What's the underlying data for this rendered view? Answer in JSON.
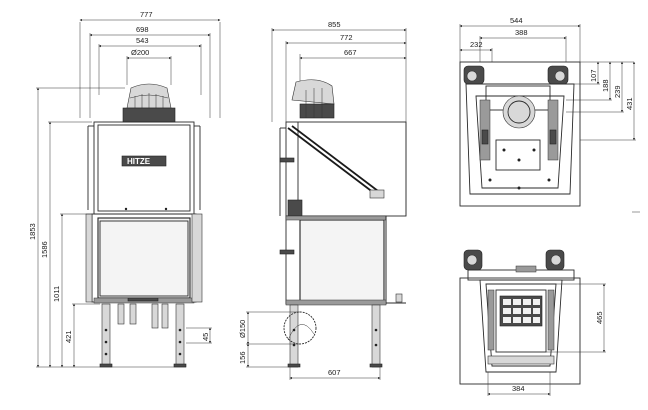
{
  "front_view": {
    "dims": {
      "width_total": "777",
      "width_mid": "698",
      "width_inner": "543",
      "flue_diameter": "Ø200",
      "height_total": "1853",
      "height_1586": "1586",
      "height_1011": "1011",
      "height_421": "421",
      "foot_45": "45"
    },
    "logo": "HITZE"
  },
  "side_view": {
    "dims": {
      "depth_total": "855",
      "depth_772": "772",
      "depth_667": "667",
      "air_inlet": "Ø150",
      "height_156": "156",
      "base_607": "607"
    }
  },
  "top_view": {
    "dims": {
      "width_544": "544",
      "width_388": "388",
      "width_232": "232",
      "depth_107": "107",
      "depth_188": "188",
      "depth_239": "239",
      "depth_431": "431"
    }
  },
  "bottom_view": {
    "dims": {
      "depth_465": "465",
      "width_384": "384"
    }
  }
}
